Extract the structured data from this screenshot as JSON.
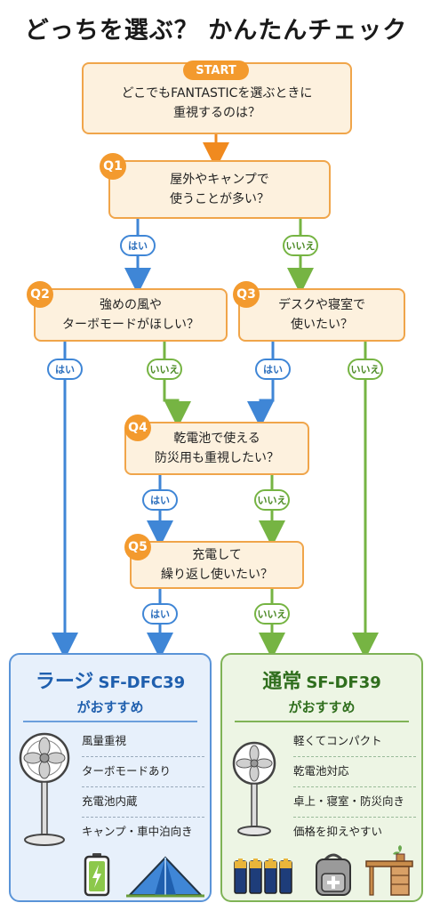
{
  "title": "どっちを選ぶ？ かんたんチェック",
  "start": {
    "badge": "START",
    "line1": "どこでもFANTASTICを選ぶときに",
    "line2": "重視するのは？"
  },
  "questions": [
    {
      "badge": "Q1",
      "line1": "屋外やキャンプで",
      "line2": "使うことが多い？"
    },
    {
      "badge": "Q2",
      "line1": "強めの風や",
      "line2": "ターボモードがほしい？"
    },
    {
      "badge": "Q3",
      "line1": "デスクや寝室で",
      "line2": "使いたい？"
    },
    {
      "badge": "Q4",
      "line1": "乾電池で使える",
      "line2": "防災用も重視したい？"
    },
    {
      "badge": "Q5",
      "line1": "充電して",
      "line2": "繰り返し使いたい？"
    }
  ],
  "answers": {
    "yes": "はい",
    "no": "いいえ"
  },
  "colors": {
    "accent": "#f39a2e",
    "yes": "#3f86d6",
    "no": "#76b443"
  },
  "results": {
    "large": {
      "name": "ラージ",
      "model": "SF-DFC39",
      "sub": "がおすすめ",
      "features": [
        "風量重視",
        "ターボモードあり",
        "充電池内蔵",
        "キャンプ・車中泊向き"
      ],
      "icons": [
        "stand-fan-icon",
        "battery-charge-icon",
        "tent-icon"
      ]
    },
    "normal": {
      "name": "通常",
      "model": "SF-DF39",
      "sub": "がおすすめ",
      "features": [
        "軽くてコンパクト",
        "乾電池対応",
        "卓上・寝室・防災向き",
        "価格を抑えやすい"
      ],
      "icons": [
        "stand-fan-icon",
        "dry-batteries-icon",
        "emergency-backpack-icon",
        "desk-icon"
      ]
    }
  }
}
